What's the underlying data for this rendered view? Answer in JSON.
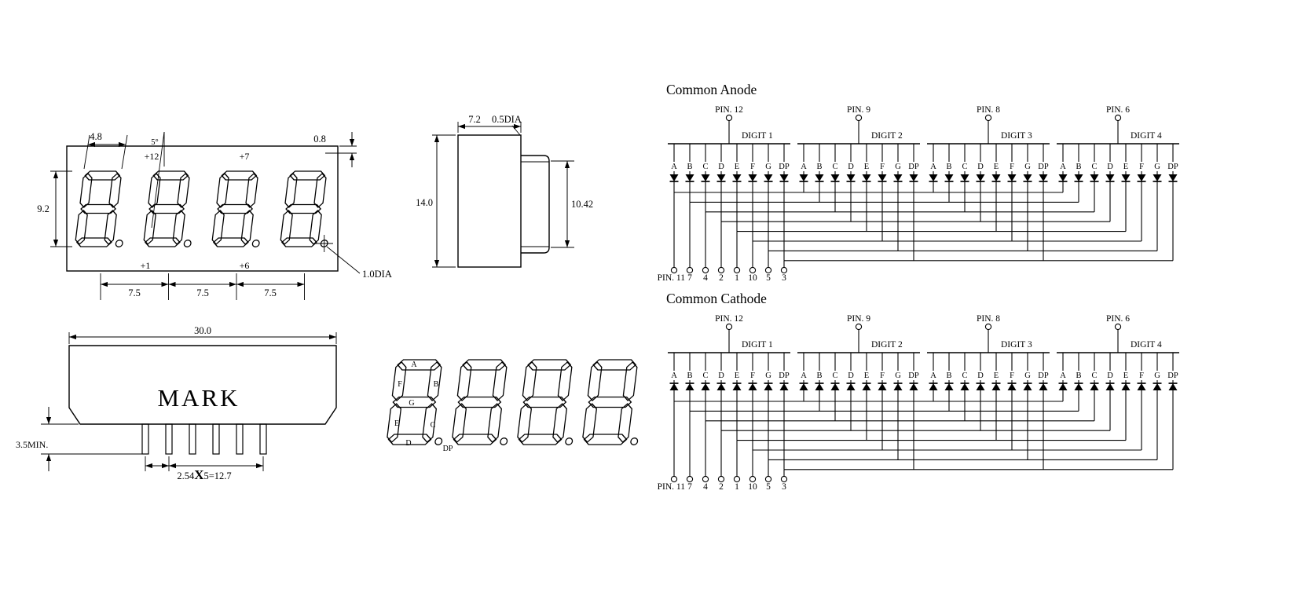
{
  "front_view": {
    "digit_width": "4.8",
    "slant_angle": "5°",
    "pin_top_left": "+12",
    "pin_top_right": "+7",
    "top_gap": "0.8",
    "digit_height": "9.2",
    "pin_bottom_left": "+1",
    "pin_bottom_right": "+6",
    "digit_pitch": [
      "7.5",
      "7.5",
      "7.5"
    ],
    "dp_diameter": "1.0DIA"
  },
  "side_view": {
    "body_width": "7.2",
    "pin_diameter": "0.5DIA",
    "body_height": "14.0",
    "lens_height": "10.42"
  },
  "back_view": {
    "total_width": "30.0",
    "mark": "MARK",
    "pin_length_min": "3.5MIN.",
    "pin_pitch": "2.54",
    "pin_pitch_x": "X",
    "pin_pitch_total": "5=12.7"
  },
  "segment_reference": {
    "segments": [
      "A",
      "B",
      "C",
      "D",
      "E",
      "F",
      "G",
      "DP"
    ]
  },
  "schematics": [
    {
      "id": "common-anode",
      "title": "Common Anode",
      "digits": [
        {
          "pin": "PIN. 12",
          "label": "DIGIT 1"
        },
        {
          "pin": "PIN. 9",
          "label": "DIGIT 2"
        },
        {
          "pin": "PIN. 8",
          "label": "DIGIT 3"
        },
        {
          "pin": "PIN. 6",
          "label": "DIGIT 4"
        }
      ],
      "segment_labels": [
        "A",
        "B",
        "C",
        "D",
        "E",
        "F",
        "G",
        "DP"
      ],
      "bottom_pins": [
        "PIN. 11",
        "7",
        "4",
        "2",
        "1",
        "10",
        "5",
        "3"
      ]
    },
    {
      "id": "common-cathode",
      "title": "Common Cathode",
      "digits": [
        {
          "pin": "PIN. 12",
          "label": "DIGIT 1"
        },
        {
          "pin": "PIN. 9",
          "label": "DIGIT 2"
        },
        {
          "pin": "PIN. 8",
          "label": "DIGIT 3"
        },
        {
          "pin": "PIN. 6",
          "label": "DIGIT 4"
        }
      ],
      "segment_labels": [
        "A",
        "B",
        "C",
        "D",
        "E",
        "F",
        "G",
        "DP"
      ],
      "bottom_pins": [
        "PIN. 11",
        "7",
        "4",
        "2",
        "1",
        "10",
        "5",
        "3"
      ]
    }
  ]
}
